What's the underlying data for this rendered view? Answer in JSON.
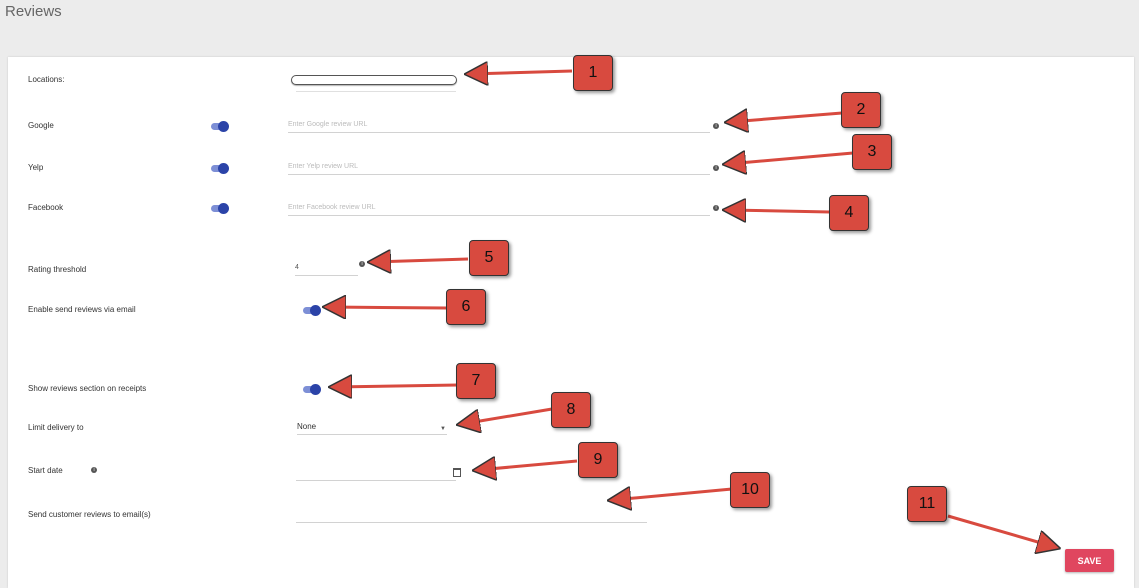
{
  "page": {
    "title": "Reviews"
  },
  "form": {
    "locations_label": "Locations:",
    "google_label": "Google",
    "google_placeholder": "Enter Google review URL",
    "yelp_label": "Yelp",
    "yelp_placeholder": "Enter Yelp review URL",
    "facebook_label": "Facebook",
    "facebook_placeholder": "Enter Facebook review URL",
    "rating_label": "Rating threshold",
    "rating_value": "4",
    "email_label": "Enable send reviews via email",
    "receipts_label": "Show reviews section on receipts",
    "limit_label": "Limit delivery to",
    "limit_value": "None",
    "start_label": "Start date",
    "send_label": "Send customer reviews to email(s)",
    "save_label": "SAVE"
  },
  "toggles": {
    "google": true,
    "yelp": true,
    "facebook": true,
    "email": true,
    "receipts": true
  },
  "annotations": [
    "1",
    "2",
    "3",
    "4",
    "5",
    "6",
    "7",
    "8",
    "9",
    "10",
    "11"
  ],
  "colors": {
    "accent": "#2b43a8",
    "save": "#e0465f",
    "badge": "#d84a3f"
  }
}
